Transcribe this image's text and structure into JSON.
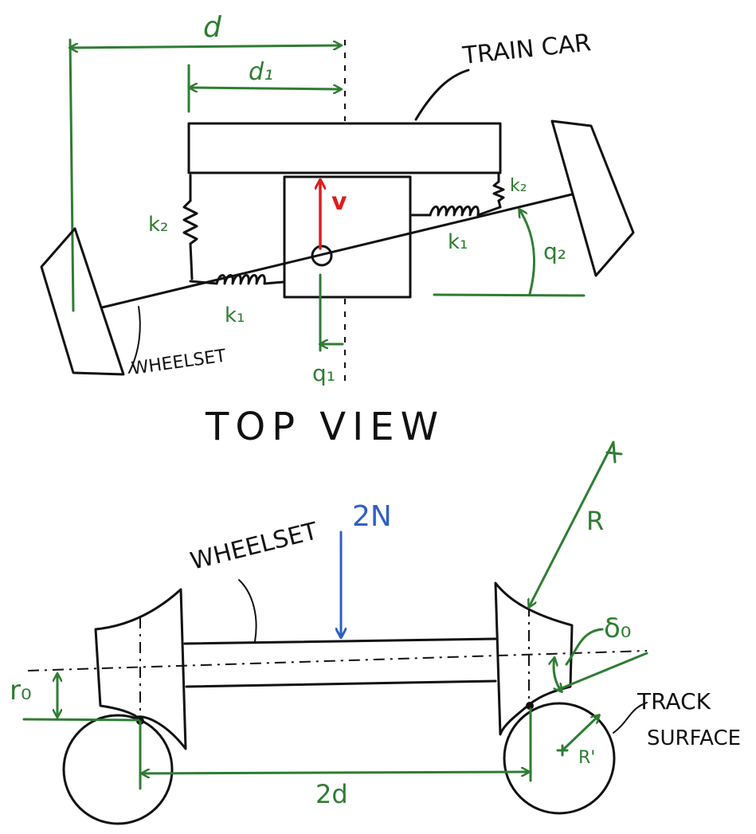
{
  "top_view": {
    "title": "TOP VIEW",
    "labels": {
      "d": "d",
      "d1": "d₁",
      "train_car": "TRAIN CAR",
      "v": "v",
      "k2_left": "k₂",
      "k2_right": "k₂",
      "k1_left": "k₁",
      "k1_right": "k₁",
      "q2": "q₂",
      "q1": "q₁",
      "wheelset": "WHEELSET"
    }
  },
  "side_view": {
    "labels": {
      "wheelset": "WHEELSET",
      "load": "2N",
      "R": "R",
      "delta0": "δ₀",
      "r0": "r₀",
      "track_surface_1": "TRACK",
      "track_surface_2": "SURFACE",
      "R_prime": "R'",
      "two_d": "2d"
    }
  },
  "colors": {
    "ink": "#111111",
    "dimension": "#2e7d32",
    "velocity": "#e01b1b",
    "force": "#2f5fc4"
  }
}
